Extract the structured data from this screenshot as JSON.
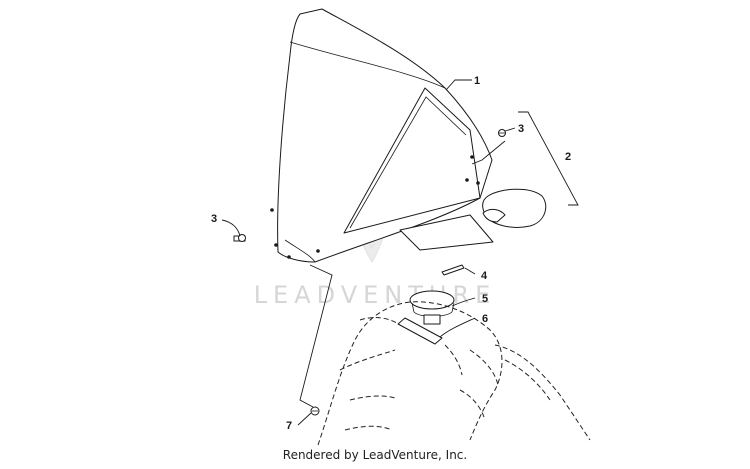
{
  "watermark": {
    "text": "LEADVENTURE"
  },
  "callouts": [
    {
      "label": "1"
    },
    {
      "label": "2"
    },
    {
      "label": "3"
    },
    {
      "label": "3"
    },
    {
      "label": "4"
    },
    {
      "label": "5"
    },
    {
      "label": "6"
    },
    {
      "label": "7"
    }
  ],
  "footer": {
    "credit": "Rendered by LeadVenture, Inc."
  }
}
